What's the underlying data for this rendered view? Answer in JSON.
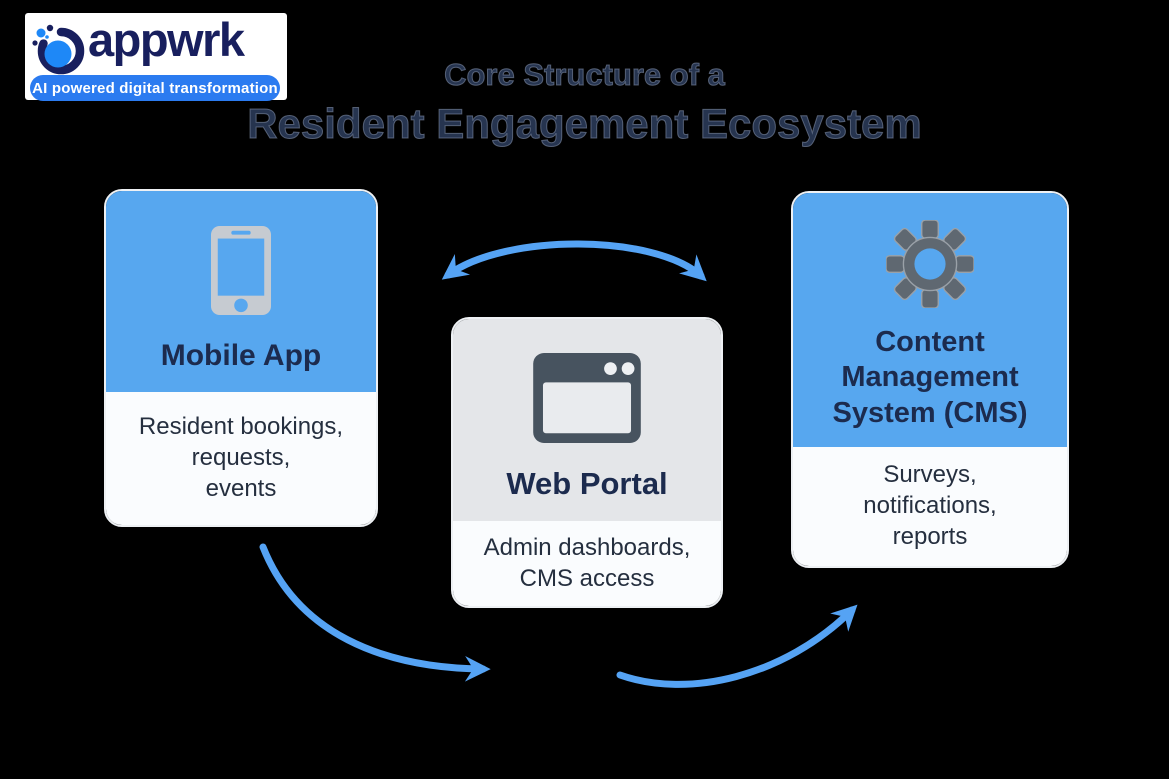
{
  "logo": {
    "brand": "appwrk",
    "tagline": "AI powered digital transformation"
  },
  "title": {
    "line1": "Core Structure of a",
    "line2": "Resident Engagement Ecosystem"
  },
  "cards": [
    {
      "id": "mobile-app",
      "icon": "smartphone-icon",
      "title": "Mobile App",
      "body": "Resident bookings,\nrequests,\nevents"
    },
    {
      "id": "web-portal",
      "icon": "browser-window-icon",
      "title": "Web Portal",
      "body": "Admin dashboards,\nCMS access"
    },
    {
      "id": "cms",
      "icon": "gear-icon",
      "title": "Content Management System (CMS)",
      "body": "Surveys,\nnotifications,\nreports"
    }
  ],
  "connections": [
    {
      "from": "Mobile App",
      "to": "Content Management System (CMS)",
      "type": "bidirectional",
      "position": "top-arc"
    },
    {
      "from": "Mobile App",
      "to": "Web Portal",
      "type": "directed",
      "position": "bottom-left-curve"
    },
    {
      "from": "Web Portal",
      "to": "Content Management System (CMS)",
      "type": "directed",
      "position": "bottom-right-curve"
    }
  ],
  "colors": {
    "card_blue": "#57a7ef",
    "gray_header": "#e4e6e9",
    "arrow_blue": "#55a3f4",
    "navy_text": "#1c2b4e",
    "logo_navy": "#181f5e",
    "logo_banner_blue": "#2b7bf0"
  }
}
